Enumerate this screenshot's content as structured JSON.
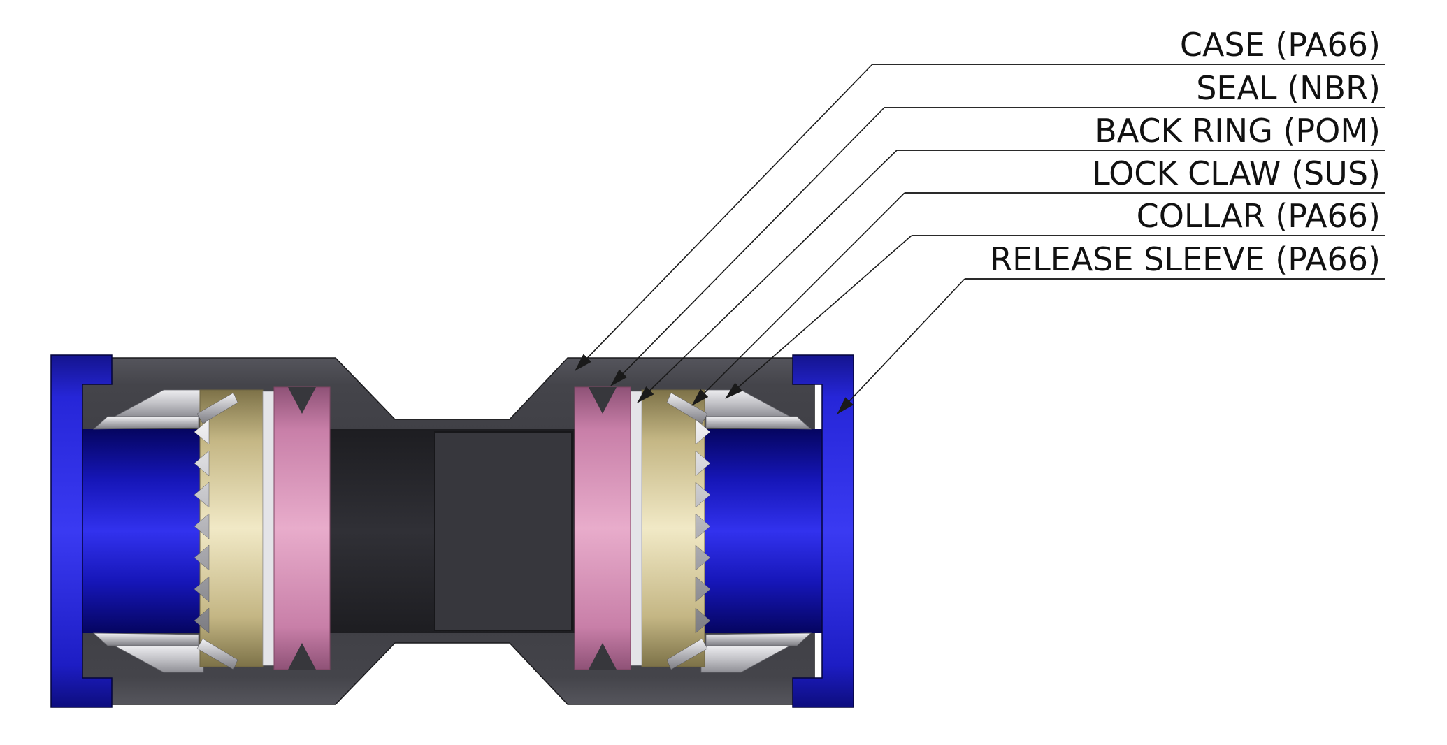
{
  "diagram": {
    "type": "cross-section-callout-diagram",
    "background": "#ffffff",
    "callouts": [
      {
        "id": "case",
        "label": "CASE (PA66)"
      },
      {
        "id": "seal",
        "label": "SEAL (NBR)"
      },
      {
        "id": "back-ring",
        "label": "BACK RING (POM)"
      },
      {
        "id": "lock-claw",
        "label": "LOCK CLAW (SUS)"
      },
      {
        "id": "collar",
        "label": "COLLAR (PA66)"
      },
      {
        "id": "release-sleeve",
        "label": "RELEASE SLEEVE (PA66)"
      }
    ],
    "colors": {
      "case": "#3b3b40",
      "seal": "#e0a0c4",
      "back_ring": "#e4e4e8",
      "lock_claw": "#b5b5ba",
      "collar": "#c9c9cc",
      "guide_ring": "#e8dfb8",
      "release_sleeve": "#2828dd",
      "bore": "#2a2a2f",
      "line": "#1a1a1a"
    }
  }
}
